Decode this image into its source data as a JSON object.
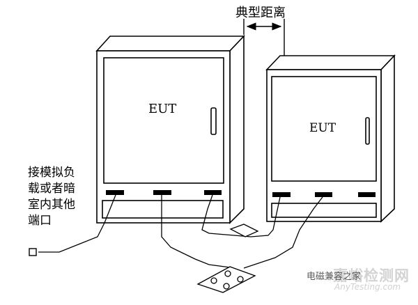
{
  "diagram": {
    "top_label": "典型距离",
    "left_eut_label": "EUT",
    "right_eut_label": "EUT",
    "side_label_lines": [
      "接模拟负",
      "载或者暗",
      "室内其他",
      "端口"
    ]
  },
  "watermark": {
    "site_name": "嘉峪检测网",
    "account_name": "电磁兼容之家",
    "url": "AnyTesting.com"
  }
}
